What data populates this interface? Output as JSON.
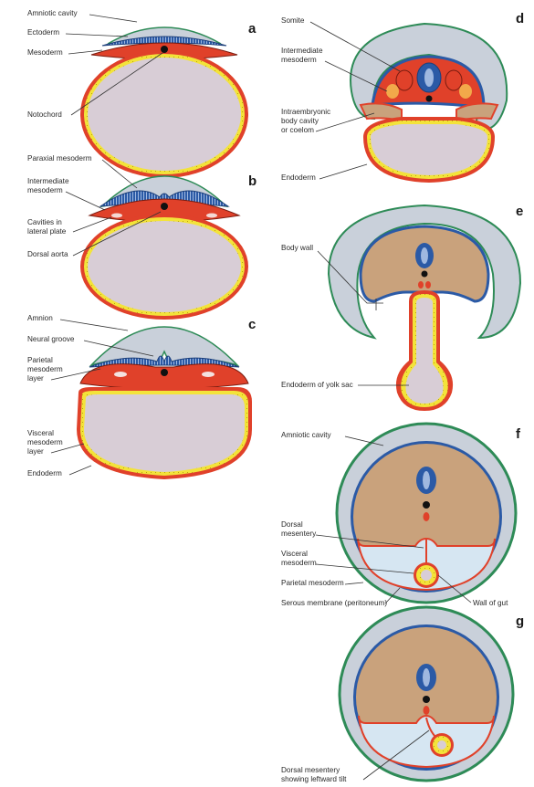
{
  "panels": {
    "a": {
      "letter": "a",
      "labels": [
        "Amniotic cavity",
        "Ectoderm",
        "Mesoderm",
        "Notochord"
      ]
    },
    "b": {
      "letter": "b",
      "labels": [
        "Paraxial mesoderm",
        "Intermediate",
        "mesoderm",
        "Cavities in",
        "lateral plate",
        "Dorsal aorta"
      ]
    },
    "c": {
      "letter": "c",
      "labels": [
        "Amnion",
        "Neural groove",
        "Parietal",
        "mesoderm",
        "layer",
        "Visceral",
        "mesoderm",
        "layer",
        "Endoderm"
      ]
    },
    "d": {
      "letter": "d",
      "labels": [
        "Somite",
        "Intermediate",
        "mesoderm",
        "Intraembryonic",
        "body cavity",
        "or coelom",
        "Endoderm"
      ]
    },
    "e": {
      "letter": "e",
      "labels": [
        "Body wall",
        "Endoderm of yolk sac"
      ]
    },
    "f": {
      "letter": "f",
      "labels": [
        "Amniotic cavity",
        "Dorsal",
        "mesentery",
        "Visceral",
        "mesoderm",
        "Parietal mesoderm",
        "Serous membrane (peritoneum)",
        "Wall of gut"
      ]
    },
    "g": {
      "letter": "g",
      "labels": [
        "Dorsal mesentery",
        "showing leftward tilt"
      ]
    }
  },
  "colors": {
    "ectoderm_blue": "#2b5aa6",
    "mesoderm_red": "#e0412a",
    "endoderm_yellow": "#f3e33a",
    "yolk_sac_lilac": "#d8cdd6",
    "amniotic_grey": "#c9d0da",
    "amnion_green": "#2e8b57",
    "body_tan": "#c9a27c",
    "coelom_lightblue": "#d6e6f2",
    "somite_orange": "#f2a94a"
  }
}
